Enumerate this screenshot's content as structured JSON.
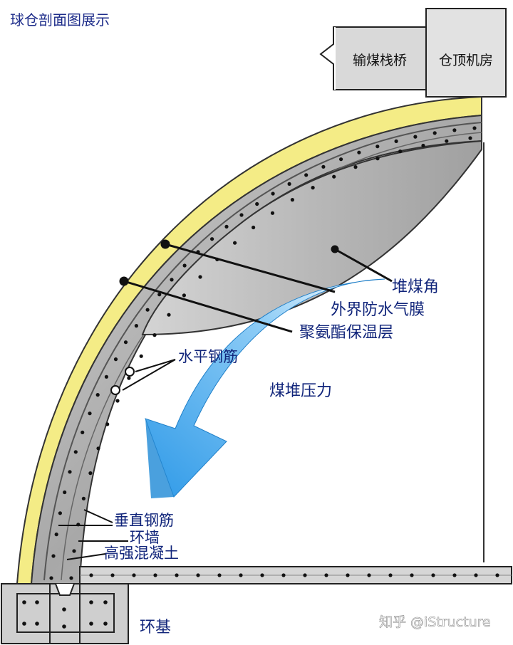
{
  "title": "球仓剖面图展示",
  "labels": {
    "conveyor_bridge": "输煤栈桥",
    "roof_machine_room": "仓顶机房",
    "coal_pile_angle": "堆煤角",
    "waterproof_membrane": "外界防水气膜",
    "pu_insulation": "聚氨酯保温层",
    "horizontal_rebar": "水平钢筋",
    "coal_pressure": "煤堆压力",
    "vertical_rebar": "垂直钢筋",
    "ring_wall": "环墙",
    "hs_concrete": "高强混凝土",
    "ring_foundation": "环基"
  },
  "watermark": "知乎 @iStructure",
  "colors": {
    "insulation_yellow": "#f4ec86",
    "concrete_grey": "#b4b4b4",
    "label_blue": "#10247a",
    "arrow_blue": "#3aa8f2",
    "floor_grey": "#d6d6d6"
  }
}
